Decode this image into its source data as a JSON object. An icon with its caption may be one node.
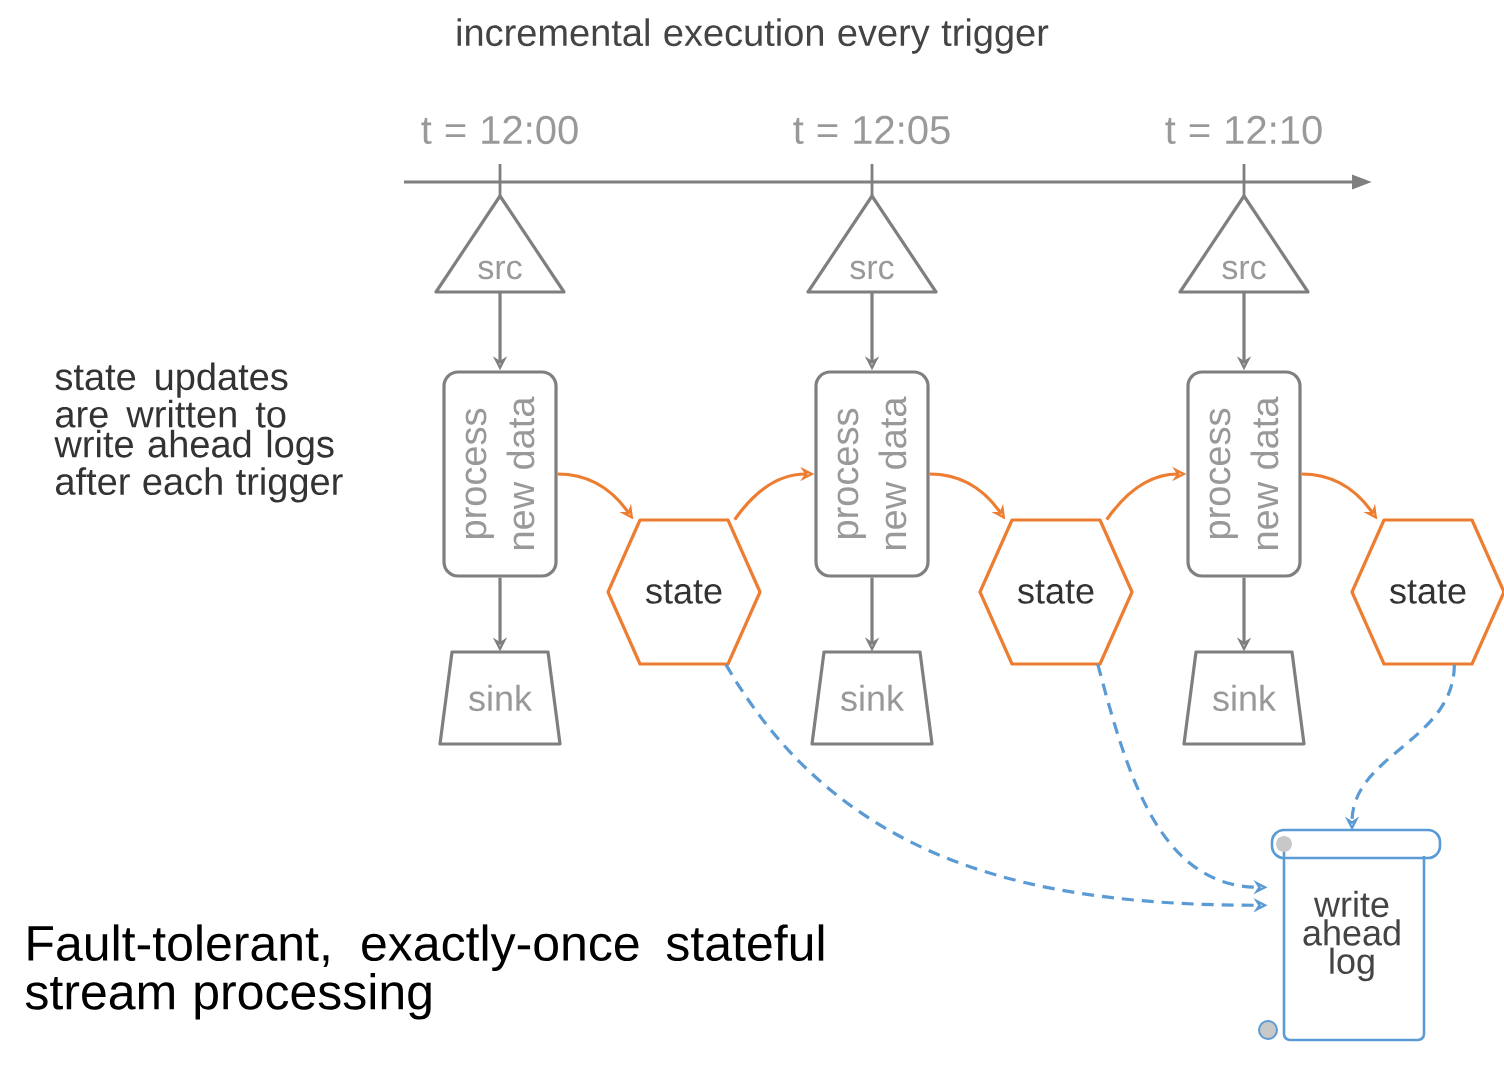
{
  "diagram": {
    "title": "incremental execution every trigger",
    "caption": "Fault-tolerant, exactly-once stateful stream processing",
    "nodes": [
      {
        "text": [
          "src"
        ],
        "beside": [
          "t = 12:00"
        ]
      },
      {
        "text": [
          "process new data"
        ]
      },
      {
        "text": [
          "sink"
        ]
      },
      {
        "text": [
          "state"
        ]
      },
      {
        "text": [
          "src"
        ],
        "beside": [
          "t = 12:05"
        ]
      },
      {
        "text": [
          "process new data"
        ]
      },
      {
        "text": [
          "sink"
        ]
      },
      {
        "text": [
          "state"
        ]
      },
      {
        "text": [
          "src"
        ],
        "beside": [
          "t = 12:10"
        ]
      },
      {
        "text": [
          "process new data"
        ]
      },
      {
        "text": [
          "sink"
        ]
      },
      {
        "text": [
          "state"
        ]
      },
      {
        "text": [
          "write ahead log"
        ]
      }
    ],
    "edges": [
      {
        "from": 0,
        "to": 1,
        "arrow": "to"
      },
      {
        "from": 1,
        "to": 2,
        "arrow": "to"
      },
      {
        "from": 1,
        "to": 3,
        "arrow": "to",
        "color": "#ed7d31"
      },
      {
        "from": 3,
        "to": 5,
        "arrow": "to",
        "color": "#ed7d31"
      },
      {
        "from": 4,
        "to": 5,
        "arrow": "to"
      },
      {
        "from": 5,
        "to": 6,
        "arrow": "to"
      },
      {
        "from": 5,
        "to": 7,
        "arrow": "to",
        "color": "#ed7d31"
      },
      {
        "from": 7,
        "to": 9,
        "arrow": "to",
        "color": "#ed7d31"
      },
      {
        "from": 8,
        "to": 9,
        "arrow": "to"
      },
      {
        "from": 9,
        "to": 10,
        "arrow": "to"
      },
      {
        "from": 9,
        "to": 11,
        "arrow": "to",
        "color": "#ed7d31"
      },
      {
        "from": 3,
        "to": 12,
        "arrow": "to",
        "style": "dashed",
        "color": "#5b9bd5"
      },
      {
        "from": 7,
        "to": 12,
        "arrow": "to",
        "style": "dashed",
        "color": "#5b9bd5"
      },
      {
        "from": 11,
        "to": 12,
        "arrow": "to",
        "style": "dashed",
        "color": "#5b9bd5"
      }
    ],
    "labels": [
      "state updates are written to write ahead logs after each trigger"
    ]
  }
}
